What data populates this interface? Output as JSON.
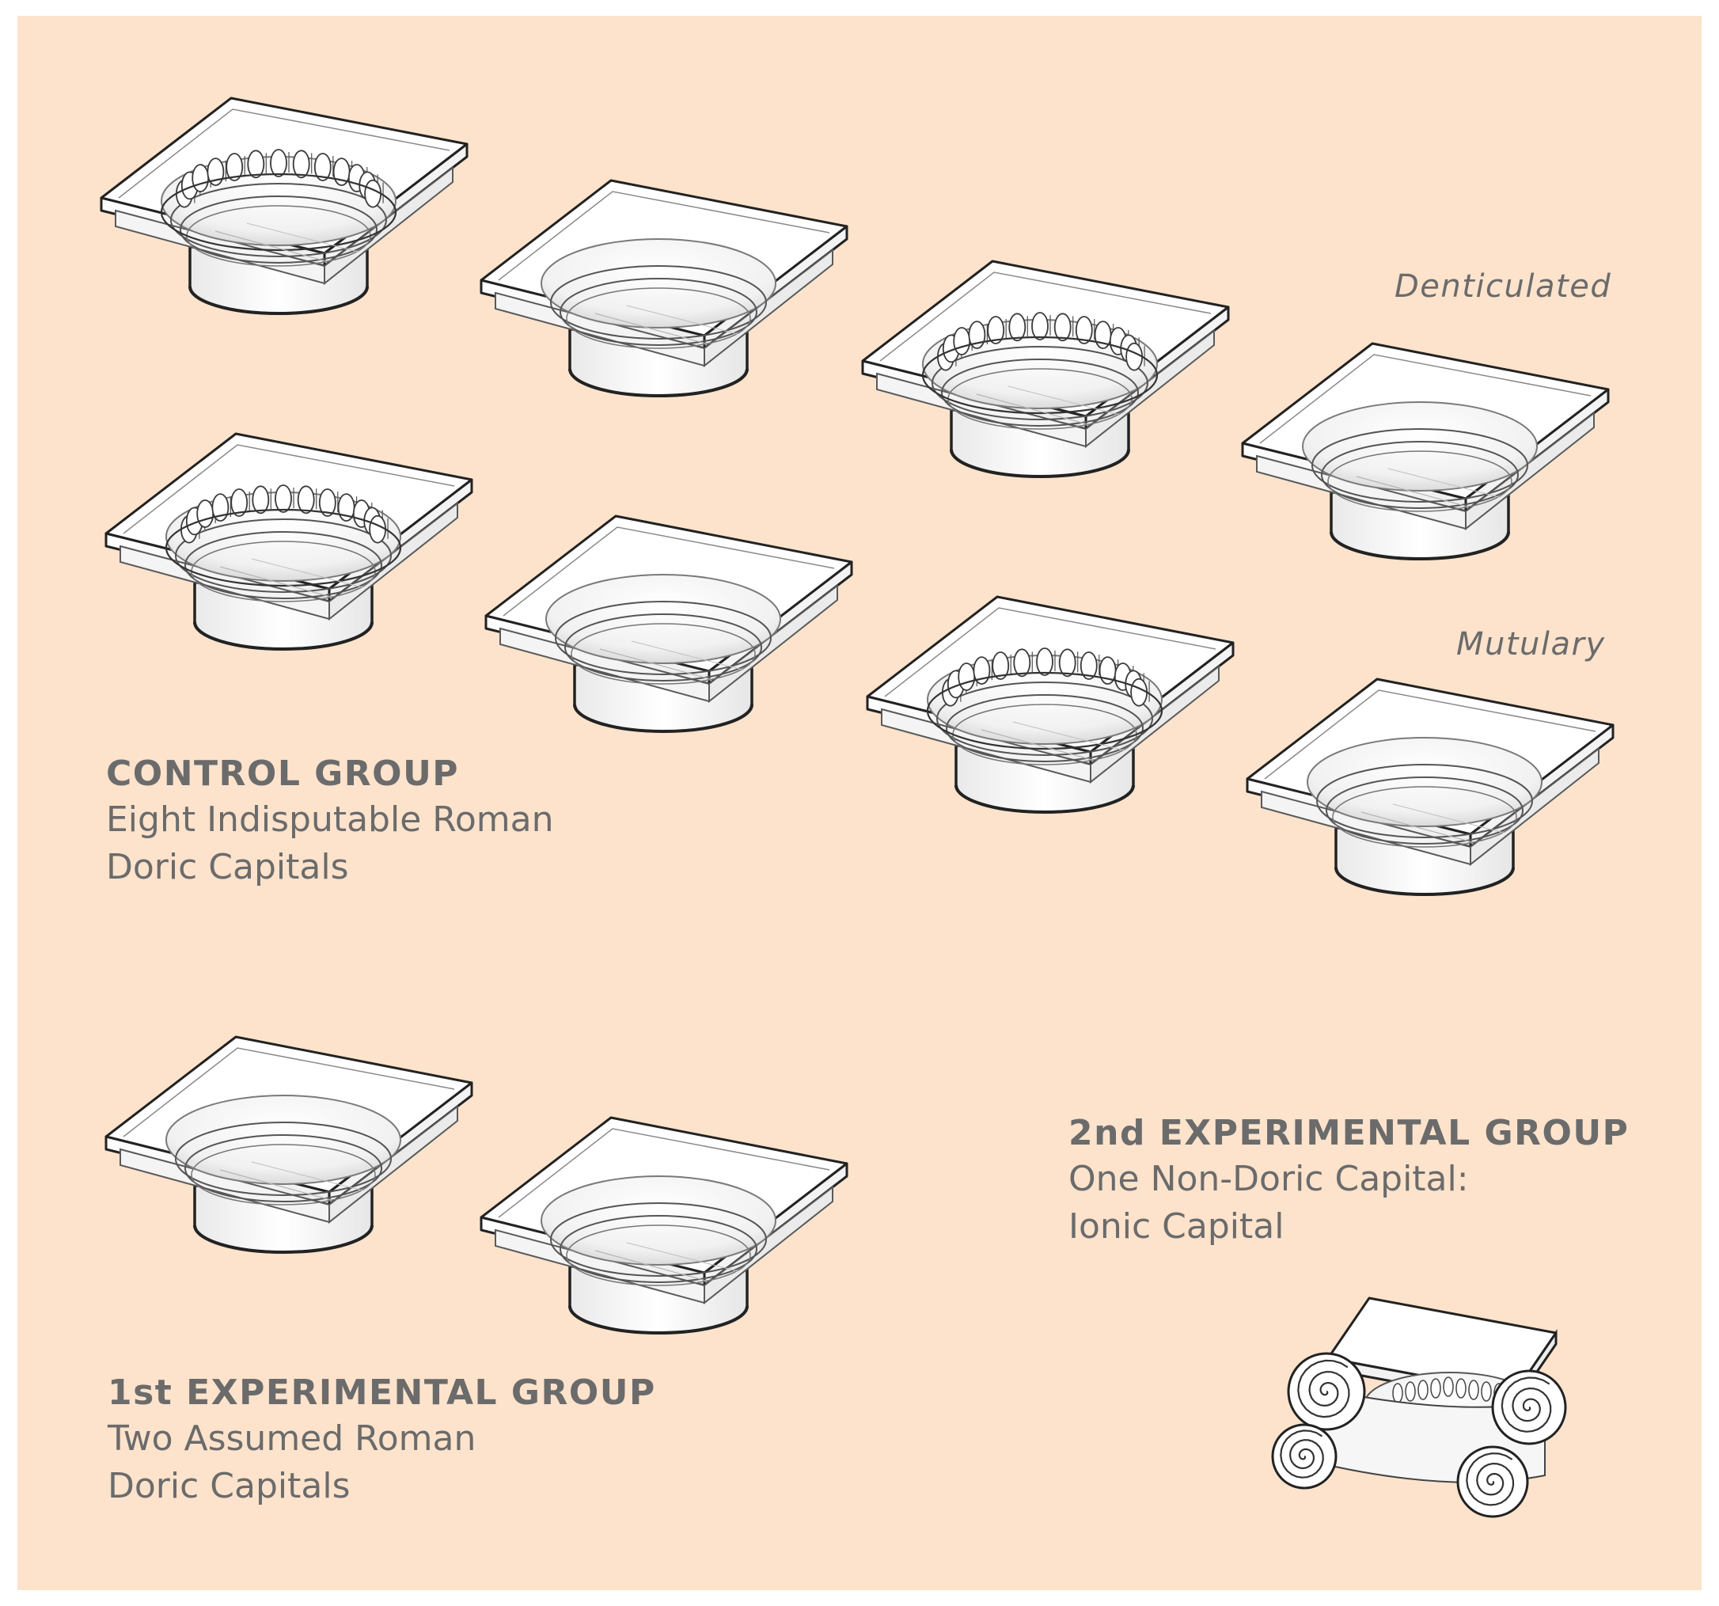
{
  "labels": {
    "denticulated": "Denticulated",
    "mutulary": "Mutulary"
  },
  "groups": {
    "control": {
      "heading": "CONTROL GROUP",
      "line1": "Eight Indisputable Roman",
      "line2": "Doric Capitals"
    },
    "first_experimental": {
      "heading": "1st EXPERIMENTAL GROUP",
      "line1": "Two Assumed Roman",
      "line2": "Doric Capitals"
    },
    "second_experimental": {
      "heading": "2nd EXPERIMENTAL GROUP",
      "line1": "One Non-Doric Capital:",
      "line2": "Ionic Capital"
    }
  },
  "capitals": [
    {
      "group": "control",
      "row": "denticulated",
      "style": "egg-and-dart"
    },
    {
      "group": "control",
      "row": "denticulated",
      "style": "plain"
    },
    {
      "group": "control",
      "row": "denticulated",
      "style": "egg-and-dart"
    },
    {
      "group": "control",
      "row": "denticulated",
      "style": "plain"
    },
    {
      "group": "control",
      "row": "mutulary",
      "style": "egg-and-dart"
    },
    {
      "group": "control",
      "row": "mutulary",
      "style": "plain"
    },
    {
      "group": "control",
      "row": "mutulary",
      "style": "egg-and-dart"
    },
    {
      "group": "control",
      "row": "mutulary",
      "style": "plain"
    },
    {
      "group": "first_experimental",
      "style": "plain"
    },
    {
      "group": "first_experimental",
      "style": "plain"
    },
    {
      "group": "second_experimental",
      "style": "ionic"
    }
  ],
  "colors": {
    "background": "#fde3cc",
    "frame": "#ffffff",
    "text": "#6b6b6b",
    "line": "#222222"
  }
}
